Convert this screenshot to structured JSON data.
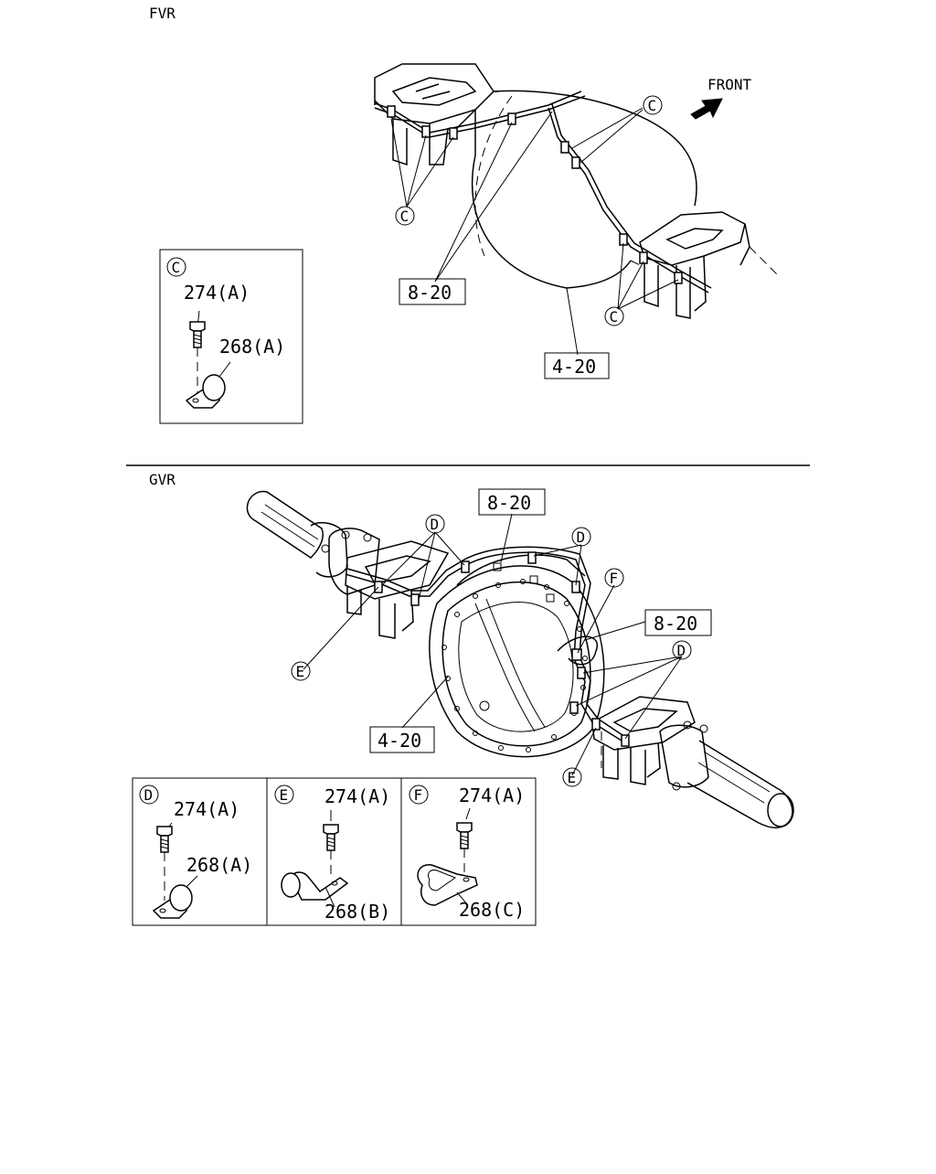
{
  "sections": {
    "fvr": {
      "label": "FVR",
      "front_label": "FRONT"
    },
    "gvr": {
      "label": "GVR"
    }
  },
  "refs": {
    "brake_pipe": "8-20",
    "axle": "4-20"
  },
  "callouts": {
    "c": "C",
    "d": "D",
    "e": "E",
    "f": "F"
  },
  "details": {
    "c": {
      "bolt": "274(A)",
      "clip": "268(A)"
    },
    "d": {
      "bolt": "274(A)",
      "clip": "268(A)"
    },
    "e": {
      "bolt": "274(A)",
      "clip": "268(B)"
    },
    "f": {
      "bolt": "274(A)",
      "clip": "268(C)"
    }
  }
}
